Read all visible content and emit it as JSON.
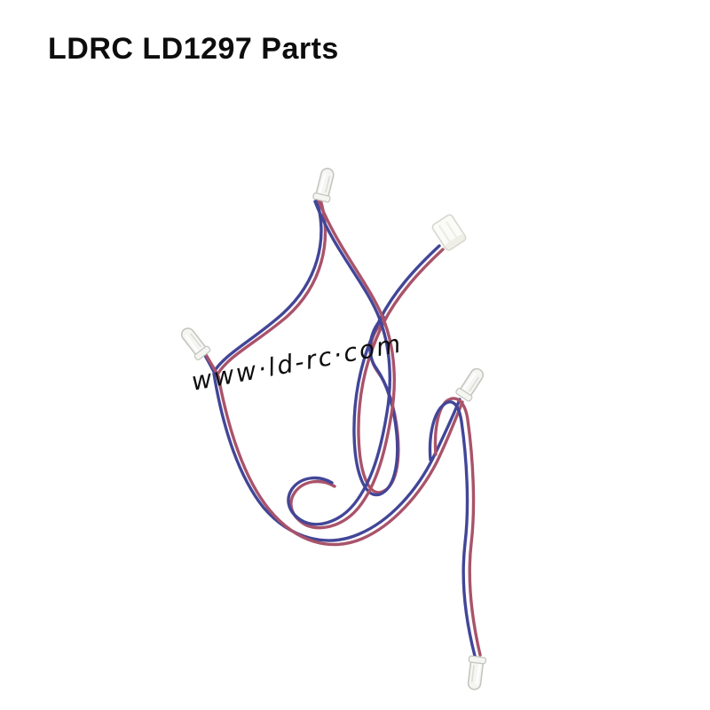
{
  "header": {
    "title": "LDRC LD1297 Parts"
  },
  "watermark": {
    "text": "www·ld-rc·com"
  },
  "product_photo": {
    "subject": "LED wiring harness with four clear LED bulbs, one white plug connector and twisted red and blue wires",
    "led_count": "4",
    "connector_count": "1",
    "colors": {
      "background": "#ffffff",
      "text": "#0d0d0d",
      "wire_red": "#a9536a",
      "wire_blue": "#424698",
      "led_body": "#f5f5f2",
      "led_outline": "#c6c6c0",
      "led_highlight": "#ffffff",
      "led_shade": "#d9d9d3",
      "connector_body": "#fbfbf8",
      "connector_outline": "#d7d7d0",
      "connector_shade": "#ededE6"
    }
  }
}
